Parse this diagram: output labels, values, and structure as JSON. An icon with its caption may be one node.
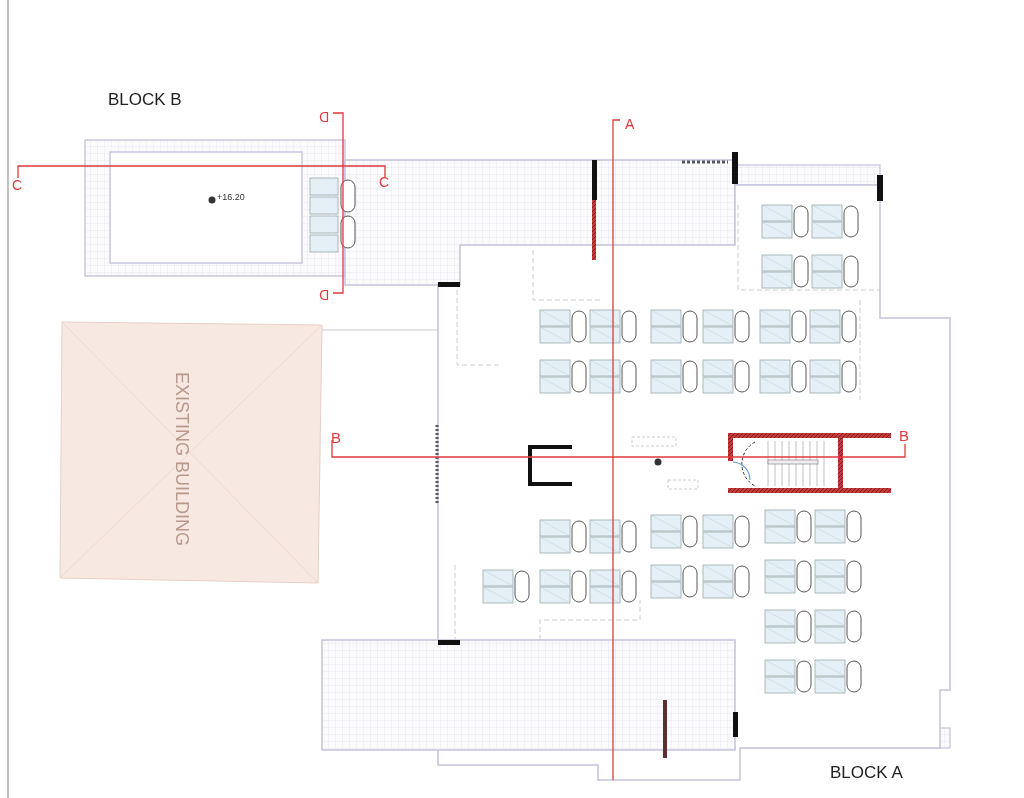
{
  "diagram": {
    "labels": [
      "BLOCK B",
      "D",
      "A",
      "C",
      "C",
      "+16.20",
      "D",
      "EXISTING BUILDING",
      "B",
      "B",
      "BLOCK A"
    ]
  }
}
